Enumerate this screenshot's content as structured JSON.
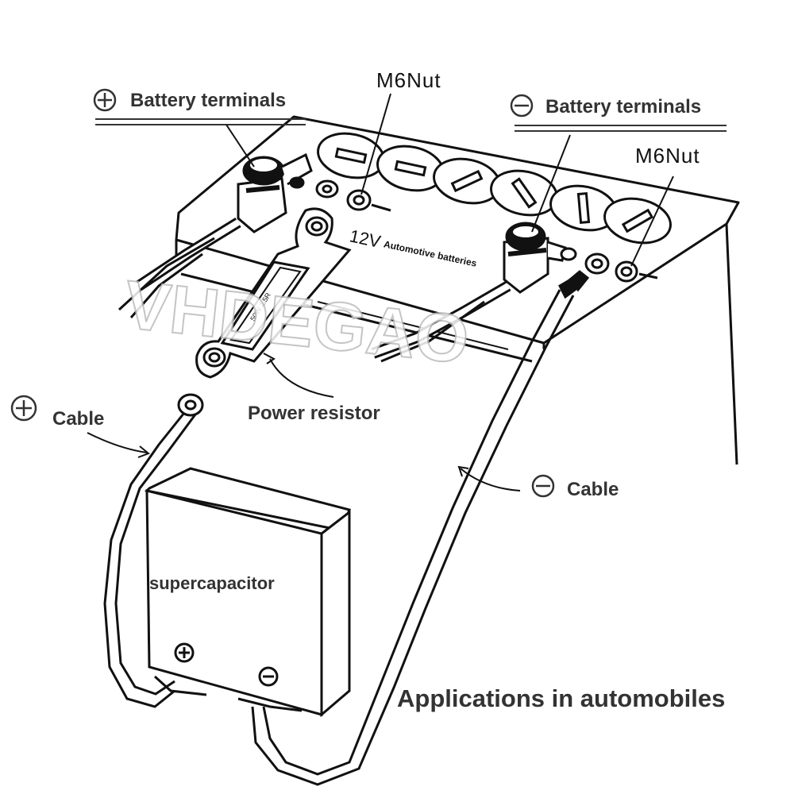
{
  "labels": {
    "pos_battery_terminals": "Battery terminals",
    "neg_battery_terminals": "Battery terminals",
    "m6nut_left": "M6Nut",
    "m6nut_right": "M6Nut",
    "battery_voltage": "12V",
    "battery_type": "Automotive batteries",
    "power_resistor": "Power resistor",
    "resistor_marking": "50W 2.5R",
    "pos_cable": "Cable",
    "neg_cable": "Cable",
    "supercapacitor": "supercapacitor",
    "footer_caption": "Applications in automobiles"
  },
  "symbols": {
    "positive": "plus-in-circle",
    "negative": "minus-in-circle"
  },
  "watermark": "VHDEGAO"
}
